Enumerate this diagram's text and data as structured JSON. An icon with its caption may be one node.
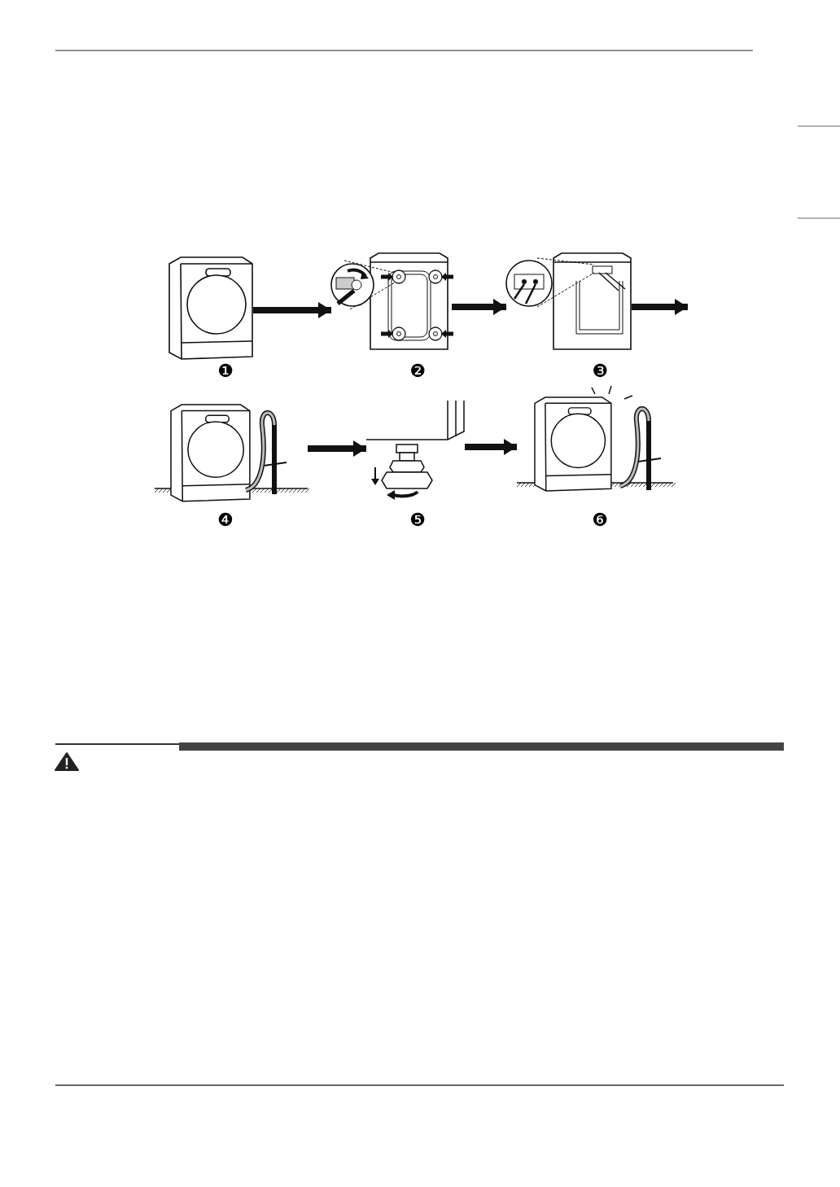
{
  "diagram": {
    "nodes": [
      {
        "text": [],
        "shape": "picture",
        "beside": [
          "❶"
        ]
      },
      {
        "text": [],
        "shape": "picture",
        "beside": [
          "❷"
        ]
      },
      {
        "text": [],
        "shape": "picture",
        "beside": [
          "❸"
        ]
      },
      {
        "text": [],
        "shape": "picture",
        "beside": [
          "❹"
        ]
      },
      {
        "text": [],
        "shape": "picture",
        "beside": [
          "❺"
        ]
      },
      {
        "text": [],
        "shape": "picture",
        "beside": [
          "❻"
        ]
      }
    ],
    "edges": [
      {
        "from": 0,
        "to": 1,
        "arrow": "to"
      },
      {
        "from": 1,
        "to": 2,
        "arrow": "to"
      },
      {
        "from": 2,
        "to": null,
        "arrow": "to"
      },
      {
        "from": 3,
        "to": 4,
        "arrow": "to"
      },
      {
        "from": 4,
        "to": 5,
        "arrow": "to"
      }
    ]
  }
}
